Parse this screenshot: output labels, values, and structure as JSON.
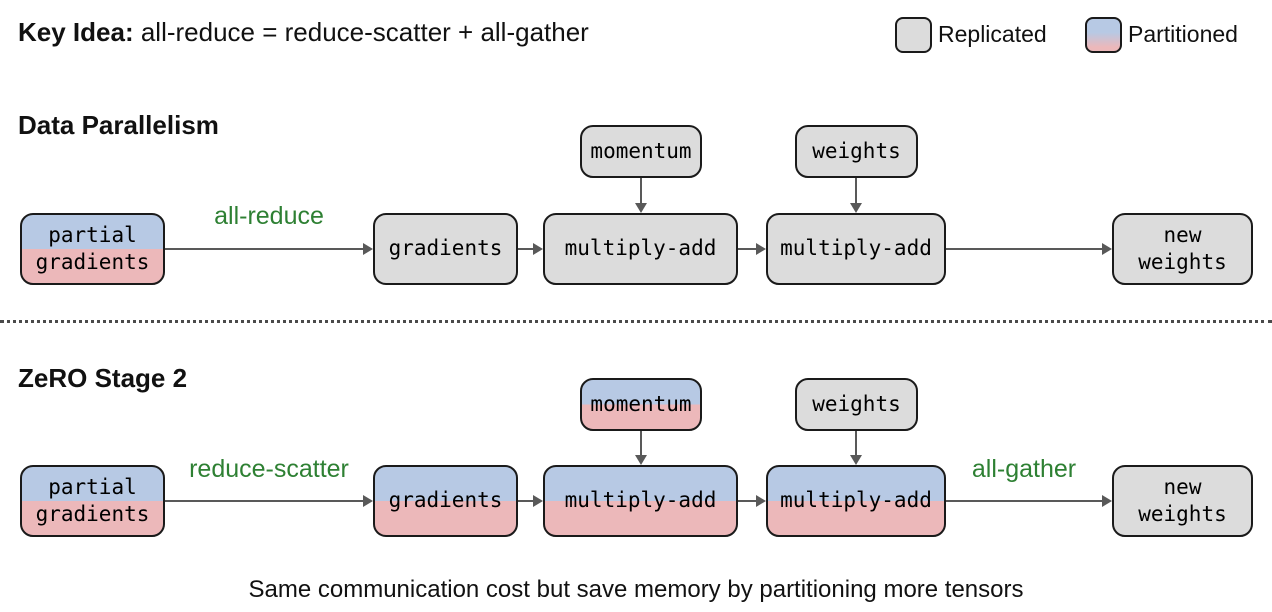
{
  "header": {
    "key_idea_label": "Key Idea:",
    "key_idea_text": " all-reduce = reduce-scatter + all-gather"
  },
  "legend": {
    "replicated": "Replicated",
    "partitioned": "Partitioned"
  },
  "colors": {
    "replicated_fill": "#dcdcdc",
    "partition_blue": "#b7c9e4",
    "partition_pink": "#ecb8ba",
    "comm_green": "#2e8033",
    "arrow_gray": "#595959"
  },
  "section_dp": {
    "title": "Data Parallelism",
    "comm_label": "all-reduce",
    "boxes": {
      "partial_gradients_l1": "partial",
      "partial_gradients_l2": "gradients",
      "gradients": "gradients",
      "momentum": "momentum",
      "weights": "weights",
      "multiply_add_1": "multiply-add",
      "multiply_add_2": "multiply-add",
      "new_weights_l1": "new",
      "new_weights_l2": "weights"
    }
  },
  "section_zero": {
    "title": "ZeRO Stage 2",
    "comm_label_1": "reduce-scatter",
    "comm_label_2": "all-gather",
    "boxes": {
      "partial_gradients_l1": "partial",
      "partial_gradients_l2": "gradients",
      "gradients": "gradients",
      "momentum": "momentum",
      "weights": "weights",
      "multiply_add_1": "multiply-add",
      "multiply_add_2": "multiply-add",
      "new_weights_l1": "new",
      "new_weights_l2": "weights"
    }
  },
  "footer": {
    "caption": "Same communication cost but save memory by partitioning more tensors"
  }
}
